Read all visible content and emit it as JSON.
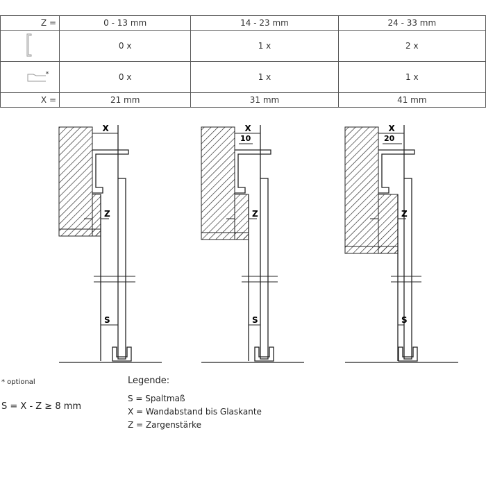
{
  "table": {
    "z_label": "Z =",
    "x_label": "X =",
    "columns": [
      "0 - 13 mm",
      "14 - 23 mm",
      "24 - 33 mm"
    ],
    "row_frame_profile": {
      "icon": "frame-profile-icon",
      "values": [
        "0 x",
        "1 x",
        "2 x"
      ]
    },
    "row_spacer_profile": {
      "icon": "spacer-profile-icon",
      "asterisk": "*",
      "values": [
        "0 x",
        "1 x",
        "1 x"
      ]
    },
    "x_values": [
      "21 mm",
      "31 mm",
      "41 mm"
    ]
  },
  "diagrams": {
    "x": "X",
    "z": "Z",
    "s": "S",
    "dim2": "10",
    "dim3": "20"
  },
  "notes": {
    "optional": "* optional",
    "formula": "S = X - Z ≥ 8 mm"
  },
  "legend": {
    "title": "Legende:",
    "items": [
      "S = Spaltmaß",
      "X = Wandabstand bis Glaskante",
      "Z = Zargenstärke"
    ]
  }
}
